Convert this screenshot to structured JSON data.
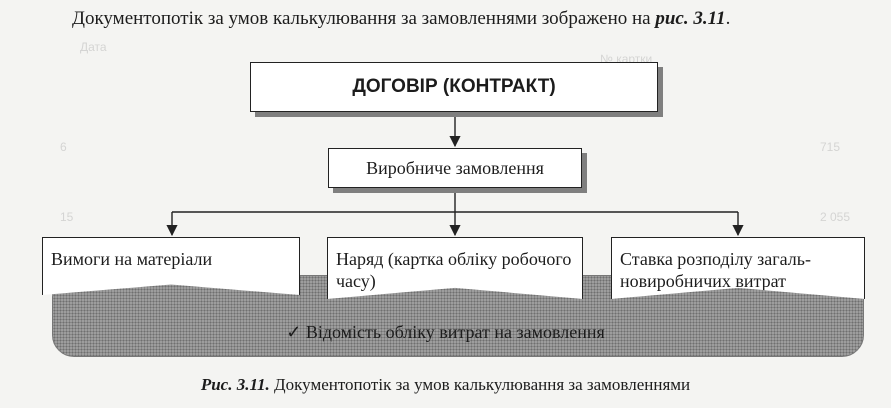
{
  "intro": {
    "text": "Документопотік за умов калькулювання за замовленнями зображено на ",
    "ref": "рис. 3.11",
    "end": "."
  },
  "diagram": {
    "contract": "ДОГОВІР (КОНТРАКТ)",
    "order": "Виробниче замовлення",
    "documents": [
      "Вимоги на матеріали",
      "Наряд (картка обліку робочого часу)",
      "Ставка розподілу загаль-новиробничих витрат"
    ],
    "sheet_check": "✓",
    "sheet_label": "Відомість обліку витрат на замовлення"
  },
  "caption": {
    "label": "Рис. 3.11.",
    "text": " Документопотік за умов калькулювання за замовленнями"
  },
  "colors": {
    "shadow": "#7f7f7f",
    "sheet": "#9d9d9d",
    "line": "#222222"
  }
}
